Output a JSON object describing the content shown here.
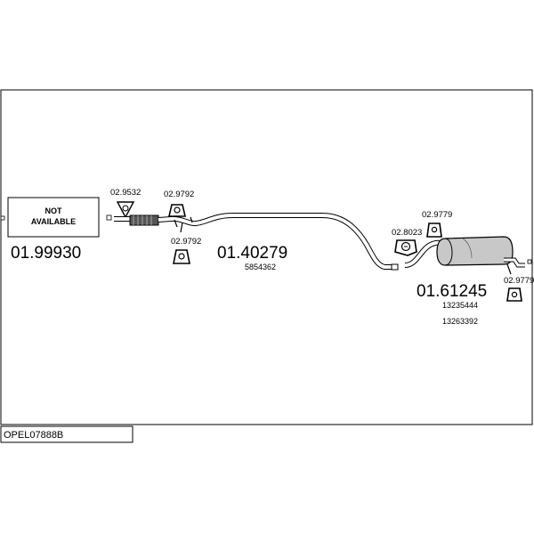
{
  "catalog_code": "OPEL07888B",
  "not_available_text": [
    "NOT",
    "AVAILABLE"
  ],
  "parts": {
    "front_pipe": {
      "number": "01.99930"
    },
    "middle_pipe": {
      "number": "01.40279",
      "oe_refs": [
        "5854362"
      ]
    },
    "rear_silencer": {
      "number": "01.61245",
      "oe_refs": [
        "13235444",
        "13263392"
      ]
    }
  },
  "fittings": {
    "gasket_front": "02.9532",
    "hanger_top": "02.9792",
    "hanger_bottom": "02.9792",
    "clamp_middle": "02.8023",
    "hanger_rear_top": "02.9779",
    "hanger_rear_right": "02.9779"
  },
  "colors": {
    "line": "#000000",
    "background": "#ffffff",
    "part_fill": "#c8c8c8"
  }
}
